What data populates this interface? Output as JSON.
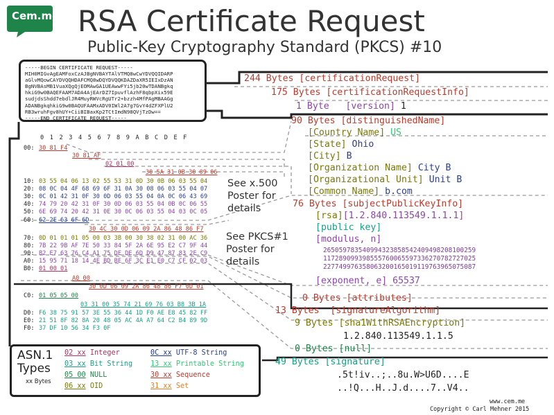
{
  "logo": {
    "text": "Cem.me"
  },
  "title": "RSA Certificate Request",
  "subtitle": "Public-Key Cryptography Standard (PKCS) #10",
  "pem": [
    "-----BEGIN CERTIFICATE REQUEST-----",
    "MIH0MIGvAgEAMFoxCzAJBgNVBAYTAlVTMQ8wCwYDVQQIDARP",
    "aGlvMQowCAYDVQQHDAFCMQ8wDQYDVQQKDAZDaXR5IEIxDzAN",
    "BgNVBAsMB1VuaXQgQjEOMAwGA1UEAwwFYi5jb20wTDANBgkq",
    "hkiG9w0BAQEFAAM7ADA4AjEArDZ7IpuvflAzhF8qbpXix59E",
    "sudjdsShdd7ebdlJR4MuyRWVcRgUTr2+bzzh4MfPAgMBAAGg",
    "ADANBgkqhkiG9w0BAQUFAAMxADV0IWl2A7g7GvY4dZFXPlU2",
    "RB3wruhFgv8hUY+CiiBIBaxKp2TCtImdN98QVjTzDw==",
    "-----END CERTIFICATE REQUEST-----"
  ],
  "hex_header": "0 1 2 3 4 5 6 7 8 9 A B C D E F",
  "hex_rows": {
    "r00a": "00:",
    "r00b": "30 81 F4",
    "r01": "30 81 AF",
    "r02": "02 01 00",
    "r03": "30 5A 31 0B 30 09 06",
    "r10": "10:",
    "r20": "20:",
    "r30": "30:",
    "r40": "40:",
    "r50": "50:",
    "r60": "60:",
    "r10v": "03 55 04 06 13 02 55 53 31 0D 30 0B 06 03 55 04",
    "r20v": "08 0C 04 4F 68 69 6F 31 0A 30 08 06 03 55 04 07",
    "r30v": "0C 01 42 31 0F 30 0D 06 03 55 04 0A 0C 06 43 69",
    "r40v": "74 79 20 42 31 0F 30 0D 06 03 55 04 0B 0C 06 55",
    "r50v": "6E 69 74 20 42 31 0E 30 0C 06 03 55 04 03 0C 05",
    "r60v": "62 2E 63 6F 6D",
    "r61": "30 4C 30 0D 06 09 2A 86 48 86 F7",
    "r70": "70:",
    "r80": "80:",
    "r90": "90:",
    "rA0": "A0:",
    "rB0": "B0:",
    "r70v": "0D 01 01 01 05 00 03 3B 00 30 38 02 31 00 AC 36",
    "r80v": "7B 22 9B AF 7E 50 33 84 5F 2A 6E 95 E2 C7 9F 44",
    "r90v": "B2 E7 63 76 C4 A1 75 DE DE 6D D9 47 87 83 2E C9",
    "rA0v": "15 95 71 18 14 4E BD BE 6F 3C E1 E0 C7 CF 02 03",
    "rB0v": "01 00 01",
    "rB1": "A0 00",
    "rB2": "30 0D 06 09 2A 86 48 86 F7 0D 01",
    "rC0": "C0:",
    "rC0v": "01 05 05 00",
    "rC1": "03 31 00 35 74 21 69 76 03 B8 3B 1A",
    "rD0": "D0:",
    "rE0": "E0:",
    "rF0": "F0:",
    "rD0v": "F6 38 75 91 57 3E 55 36 44 1D F0 AE E8 45 82 FF",
    "rE0v": "21 51 8F 82 8A 20 48 05 AC 4A A7 64 C2 B4 89 9D",
    "rF0v": "37 DF 10 56 34 F3 0F"
  },
  "see_x500": [
    "See x.500",
    "Poster for",
    "details"
  ],
  "see_pkcs": [
    "See PKCS#1",
    "Poster for",
    "details"
  ],
  "fields": {
    "cr": "244 Bytes [certificationRequest]",
    "cri": "175 Bytes [certificationRequestInfo]",
    "ver_a": "1 Byte",
    "ver_b": "[version]",
    "ver_c": "1",
    "dn": "90 Bytes [distinguishedName]",
    "country_a": "[Country Name]",
    "country_b": "US",
    "state_a": "[State]",
    "state_b": "Ohio",
    "city_a": "[City]",
    "city_b": "B",
    "org_a": "[Organization Name]",
    "org_b": "City B",
    "ou_a": "[Organizational Unit]",
    "ou_b": "Unit B",
    "cn_a": "[Common Name]",
    "cn_b": "b.com",
    "spki": "76 Bytes [subjectPublicKeyInfo]",
    "rsa_a": "[rsa]",
    "rsa_b": "[1.2.840.113549.1.1.1]",
    "pubkey": "[public key]",
    "modulus": "[modulus, n]",
    "mod1": "265059783540994323858542409498208100259",
    "mod2": "117289099398555760065597336270782727025",
    "mod3": "227749976358063200165019119763965075087",
    "exp": "[exponent, e] 65537",
    "attr": "0 Bytes [attributes]",
    "sigalg": "13 Bytes  [signatureAlgorithm]",
    "sha": "9 Bytes [sha1WithRSAEncryption]",
    "sha_oid": "1.2.840.113549.1.1.5",
    "null": "0 Bytes [null]",
    "sig": "49 Bytes [signature]",
    "sig1": ".5t!iv..;..8u.W>U6D....E",
    "sig2": "..!Q...H..J.d....7..V4.."
  },
  "legend": {
    "title1": "ASN.1",
    "title2": "Types",
    "sub": "xx Bytes",
    "int_code": "02 xx",
    "int": "Integer",
    "utf_code": "0C xx",
    "utf": "UTF-8 String",
    "bit_code": "03 xx",
    "bit": "Bit String",
    "pr_code": "13 xx",
    "pr": "Printable String",
    "null_code": "05 00",
    "nul": "NULL",
    "seq_code": "30 xx",
    "seq": "Sequence",
    "oid_code": "06 xx",
    "oid": "OID",
    "set_code": "31 xx",
    "set": "Set"
  },
  "footer": {
    "site": "www.cem.me",
    "copy": "Copyright © Carl Mehner 2015"
  },
  "colors": {
    "sequence": "#c0392b",
    "set": "#e67e22",
    "integer": "#b03060",
    "oid": "#7a7a00",
    "bitstring": "#16a085",
    "null": "#1e8449",
    "utf8": "#1f3a93",
    "printable": "#2ecc71"
  }
}
